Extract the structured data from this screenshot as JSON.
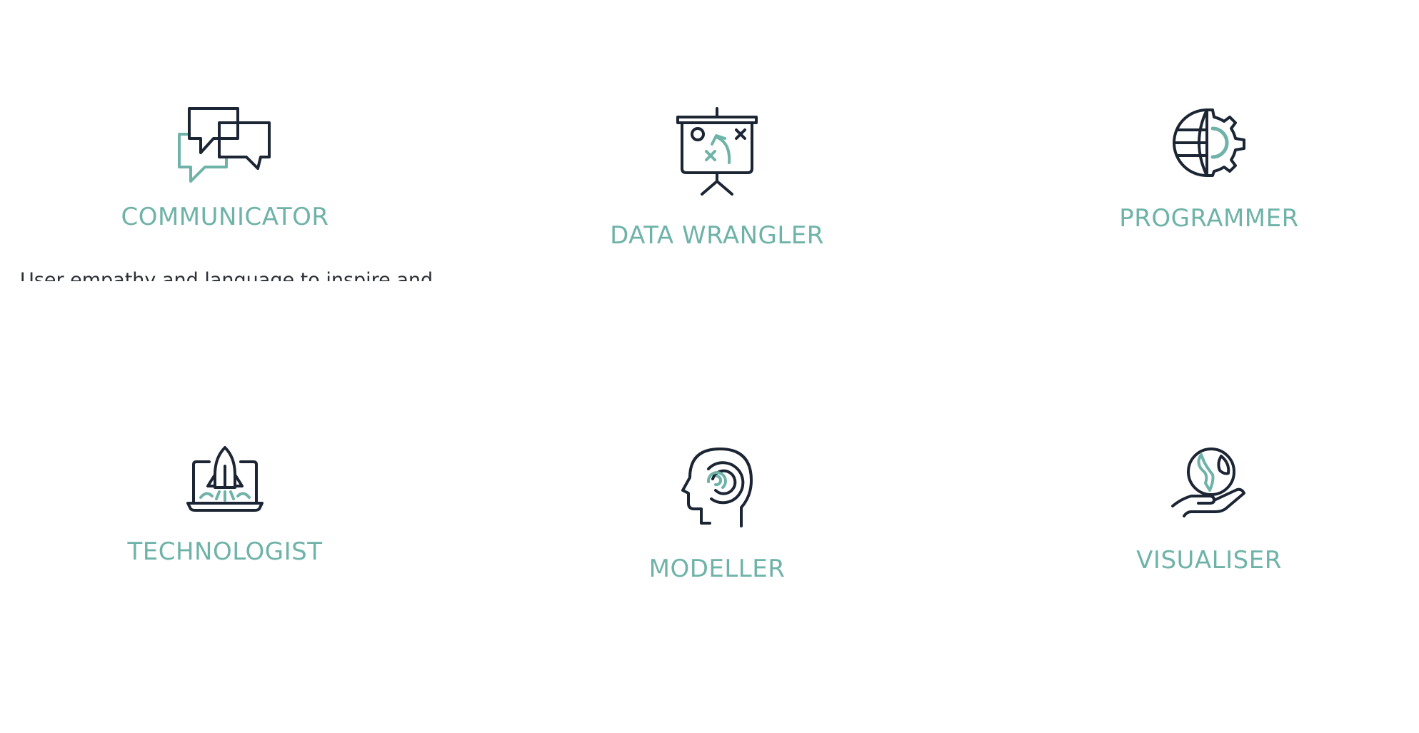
{
  "colors": {
    "accent": "#6fb3a8",
    "icon_stroke": "#1b2533",
    "body_text": "#2b2f36",
    "background": "#ffffff"
  },
  "cards": [
    {
      "label": "COMMUNICATOR",
      "icon": "chat-bubbles-icon",
      "description": "User empathy and language to inspire and"
    },
    {
      "label": "DATA WRANGLER",
      "icon": "strategy-board-icon"
    },
    {
      "label": "PROGRAMMER",
      "icon": "globe-gear-icon"
    },
    {
      "label": "TECHNOLOGIST",
      "icon": "laptop-rocket-icon"
    },
    {
      "label": "MODELLER",
      "icon": "head-maze-icon"
    },
    {
      "label": "VISUALISER",
      "icon": "hand-globe-icon"
    }
  ]
}
